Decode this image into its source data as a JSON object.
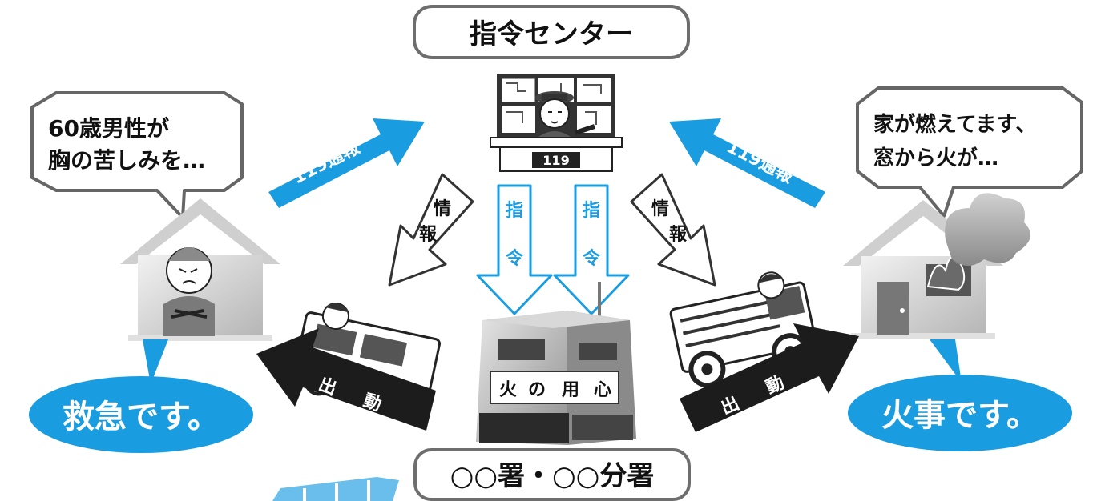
{
  "center": {
    "label": "指令センター",
    "desk_number": "119"
  },
  "station": {
    "label": "○○署・○○分署",
    "sign_chars": [
      "火",
      "の",
      "用",
      "心"
    ]
  },
  "left": {
    "speech_lines": [
      "60歳男性が",
      "胸の苦しみを…"
    ],
    "call_label": "119通報",
    "info_label": [
      "情",
      "報"
    ],
    "command_label": [
      "指",
      "令"
    ],
    "dispatch_label": [
      "出",
      "動"
    ],
    "bubble": "救急です。"
  },
  "right": {
    "speech_lines": [
      "家が燃えてます、",
      "窓から火が…"
    ],
    "call_label": "119通報",
    "info_label": [
      "情",
      "報"
    ],
    "command_label": [
      "指",
      "令"
    ],
    "dispatch_label": [
      "出",
      "動"
    ],
    "bubble": "火事です。"
  },
  "colors": {
    "accent_blue": "#1a9ce0",
    "dark": "#1c1c1c",
    "gray": "#9a9a9a"
  }
}
